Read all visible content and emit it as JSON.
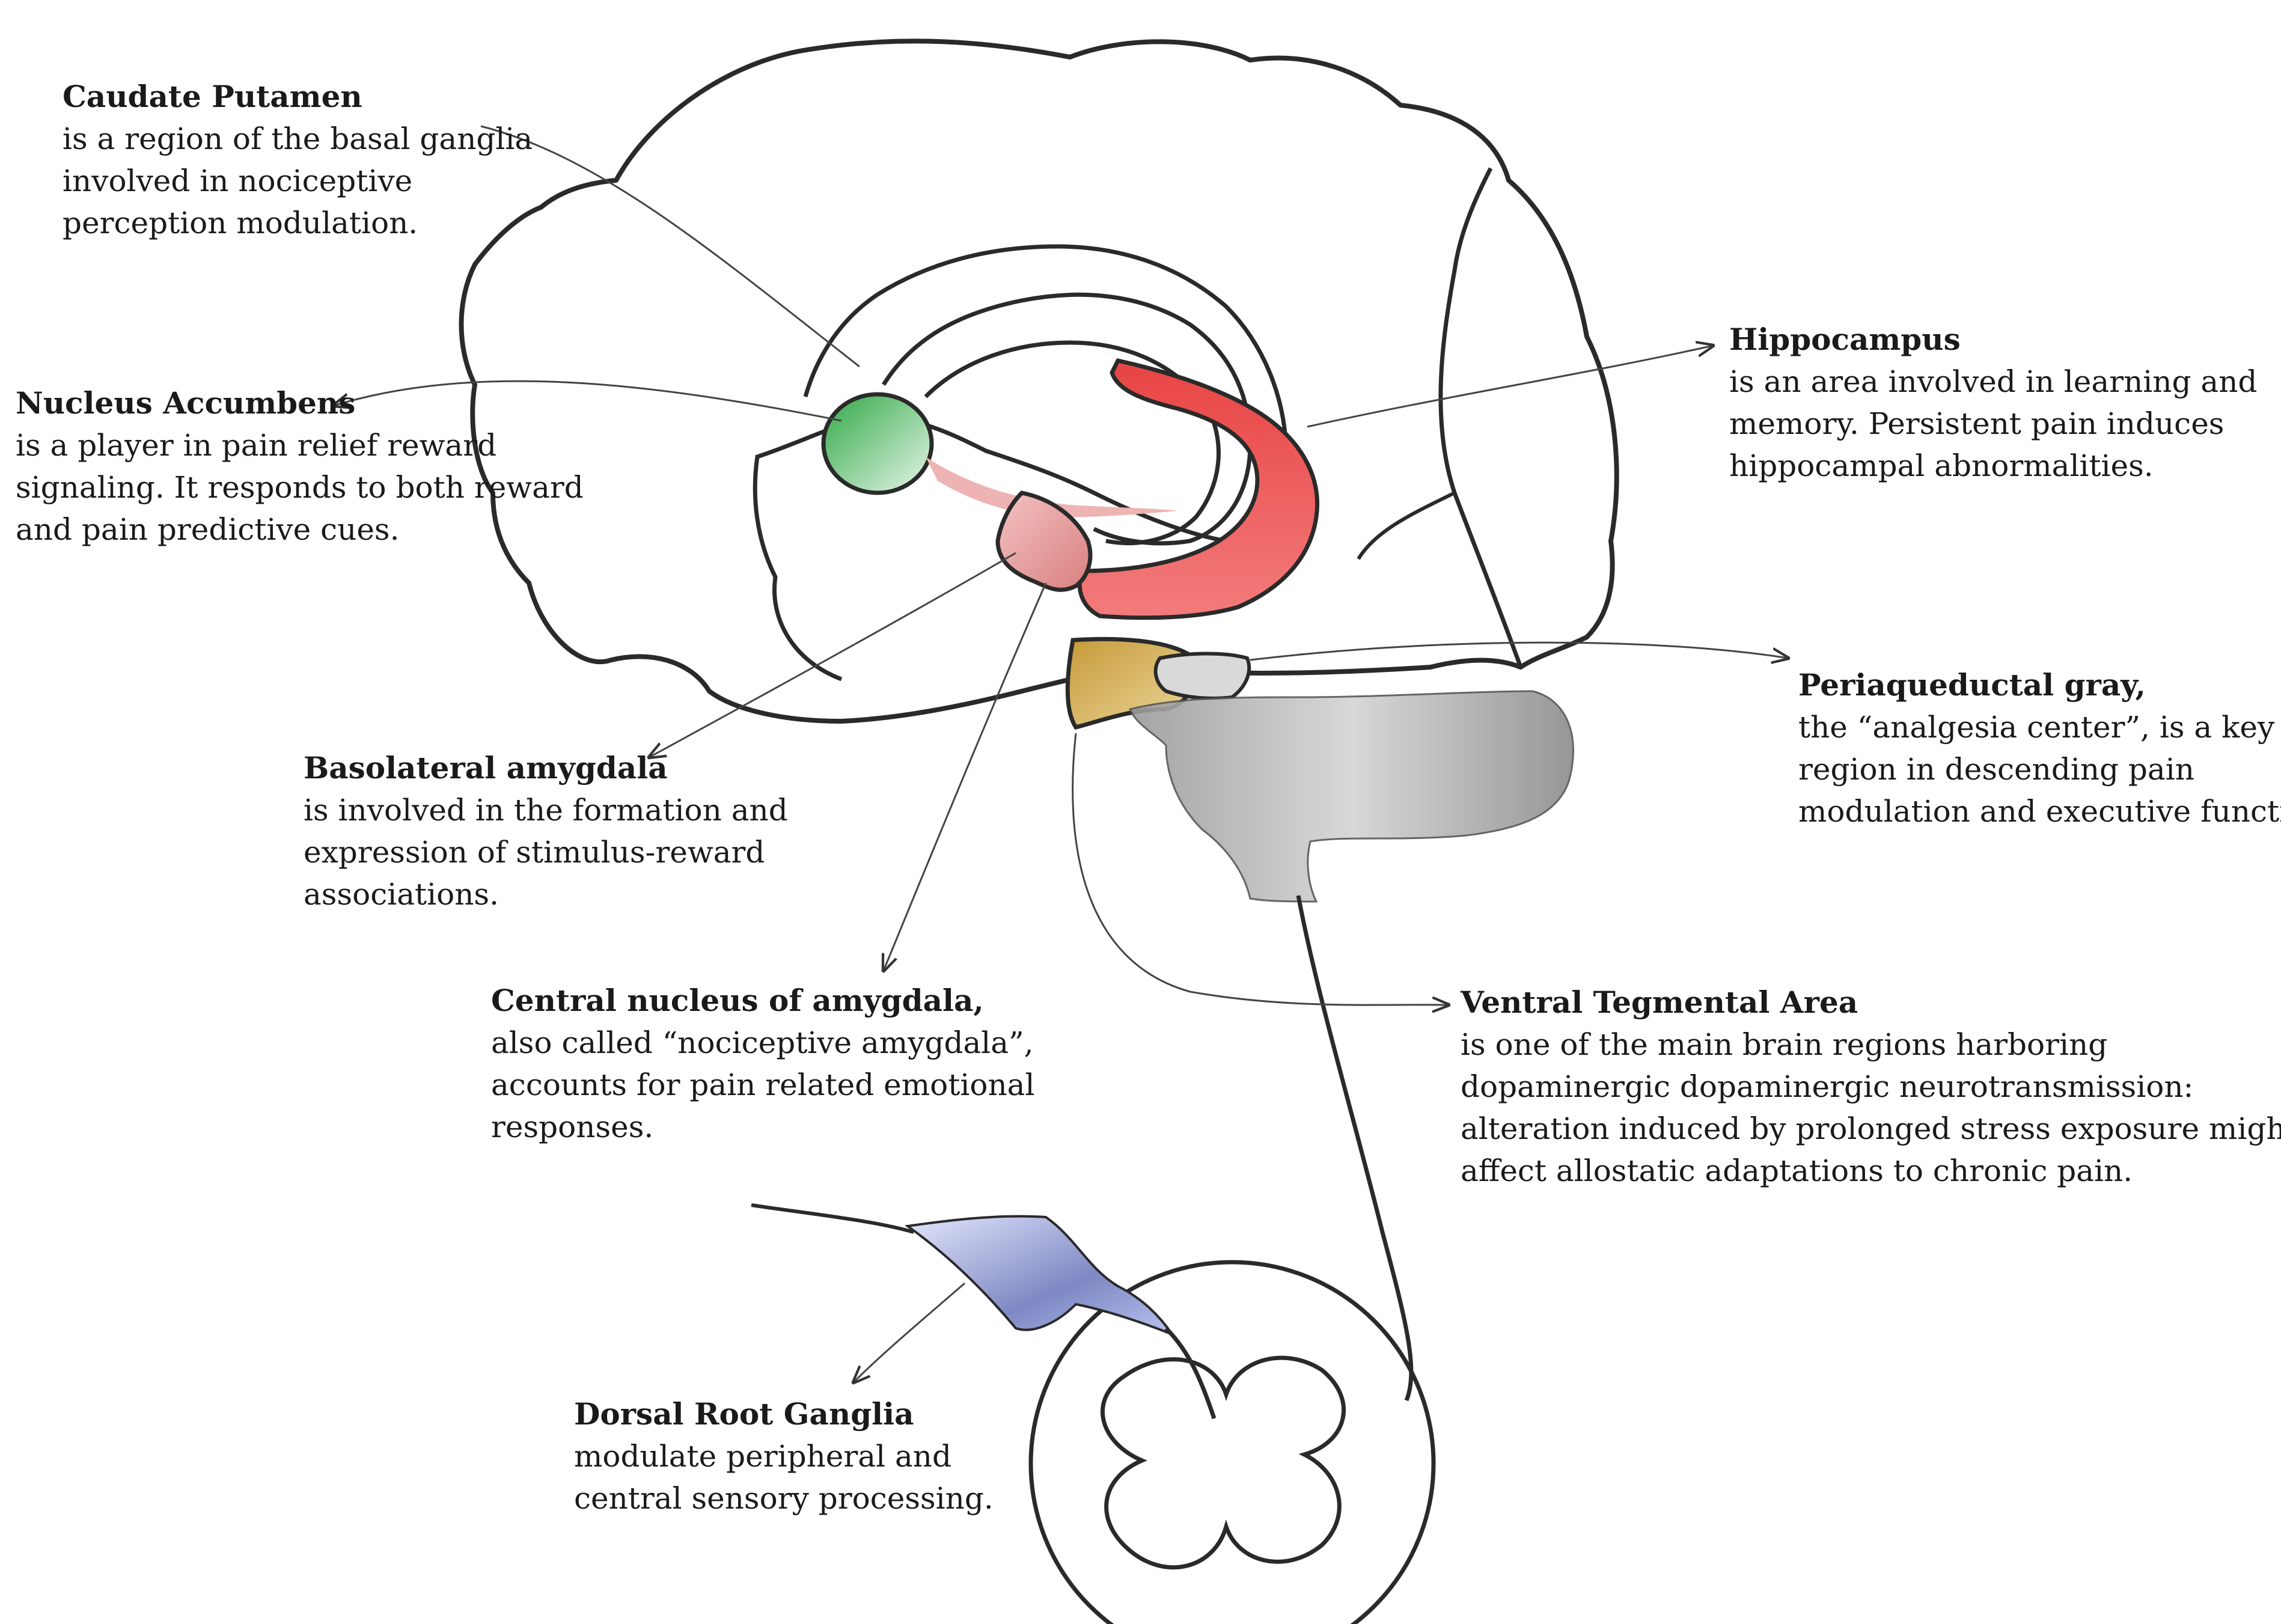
{
  "labels": {
    "caudate": {
      "title": "Caudate Putamen",
      "lines": [
        "is a region of the basal ganglia",
        "involved in nociceptive",
        "perception modulation."
      ]
    },
    "accumbens": {
      "title": "Nucleus Accumbens",
      "lines": [
        "is a player in pain relief reward",
        "signaling. It responds to both reward",
        "and pain predictive cues."
      ]
    },
    "basolateral": {
      "title": "Basolateral amygdala",
      "lines": [
        "is involved in the formation and",
        "expression of stimulus-reward",
        "associations."
      ]
    },
    "central": {
      "title": "Central nucleus of amygdala,",
      "lines": [
        "also called “nociceptive amygdala”,",
        "accounts for pain related emotional",
        "responses."
      ]
    },
    "drg": {
      "title": "Dorsal Root Ganglia",
      "lines": [
        "modulate peripheral and",
        "central sensory processing."
      ]
    },
    "hippocampus": {
      "title": "Hippocampus",
      "lines": [
        "is  an area involved in learning and",
        "memory. Persistent pain induces",
        "hippocampal abnormalities."
      ]
    },
    "pag": {
      "title": "Periaqueductal gray,",
      "lines": [
        "the “analgesia center”, is a key",
        "region in descending pain",
        "modulation and executive function"
      ]
    },
    "vta": {
      "title": "Ventral Tegmental Area",
      "lines": [
        "is one of the main brain regions harboring",
        "dopaminergic dopaminergic neurotransmission:",
        "alteration induced by prolonged stress exposure might",
        "affect allostatic adaptations to chronic pain."
      ]
    }
  },
  "colors": {
    "outline": "#2a2a2a",
    "nucleus_accumbens": "#5cc26a",
    "amygdala": "#e9a3a3",
    "hippocampus": "#e85a5a",
    "vta": "#cfae52",
    "pag": "#c9c9c9",
    "brainstem": "#bdbdbd",
    "drg": "#a9b3e6"
  }
}
